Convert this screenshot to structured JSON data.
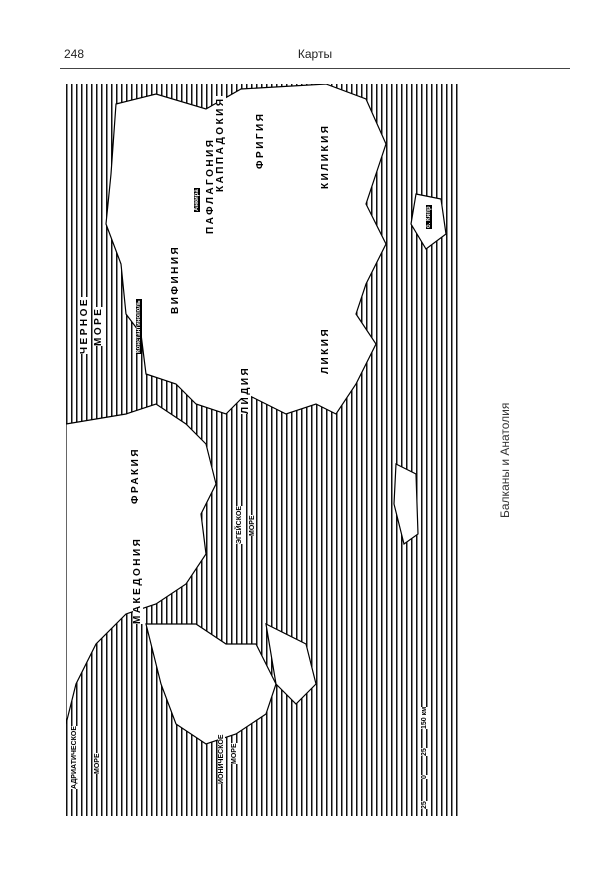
{
  "header": {
    "page_number": "248",
    "section_title": "Карты"
  },
  "side_caption": "Балканы и Анатолия",
  "map": {
    "regions": [
      "ПАФЛАГОНИЯ",
      "КАППАДОКИЯ",
      "ФРИГИЯ",
      "КИЛИКИЯ",
      "ВИФИНИЯ",
      "ЛИДИЯ",
      "ЛИКИЯ",
      "ФРАКИЯ",
      "МАКЕДОНИЯ"
    ],
    "seas": [
      "ЧЕРНОЕ",
      "МОРЕ",
      "ЭГЕЙСКОЕ",
      "МОРЕ",
      "АДРИАТИЧЕСКОЕ",
      "МОРЕ",
      "ИОНИЧЕСКОЕ",
      "МОРЕ"
    ],
    "cities": [
      "Константинополь",
      "Анкира",
      "о. Кипр"
    ],
    "scale": {
      "ticks": [
        "25",
        "0",
        "25",
        "150 км"
      ]
    }
  }
}
